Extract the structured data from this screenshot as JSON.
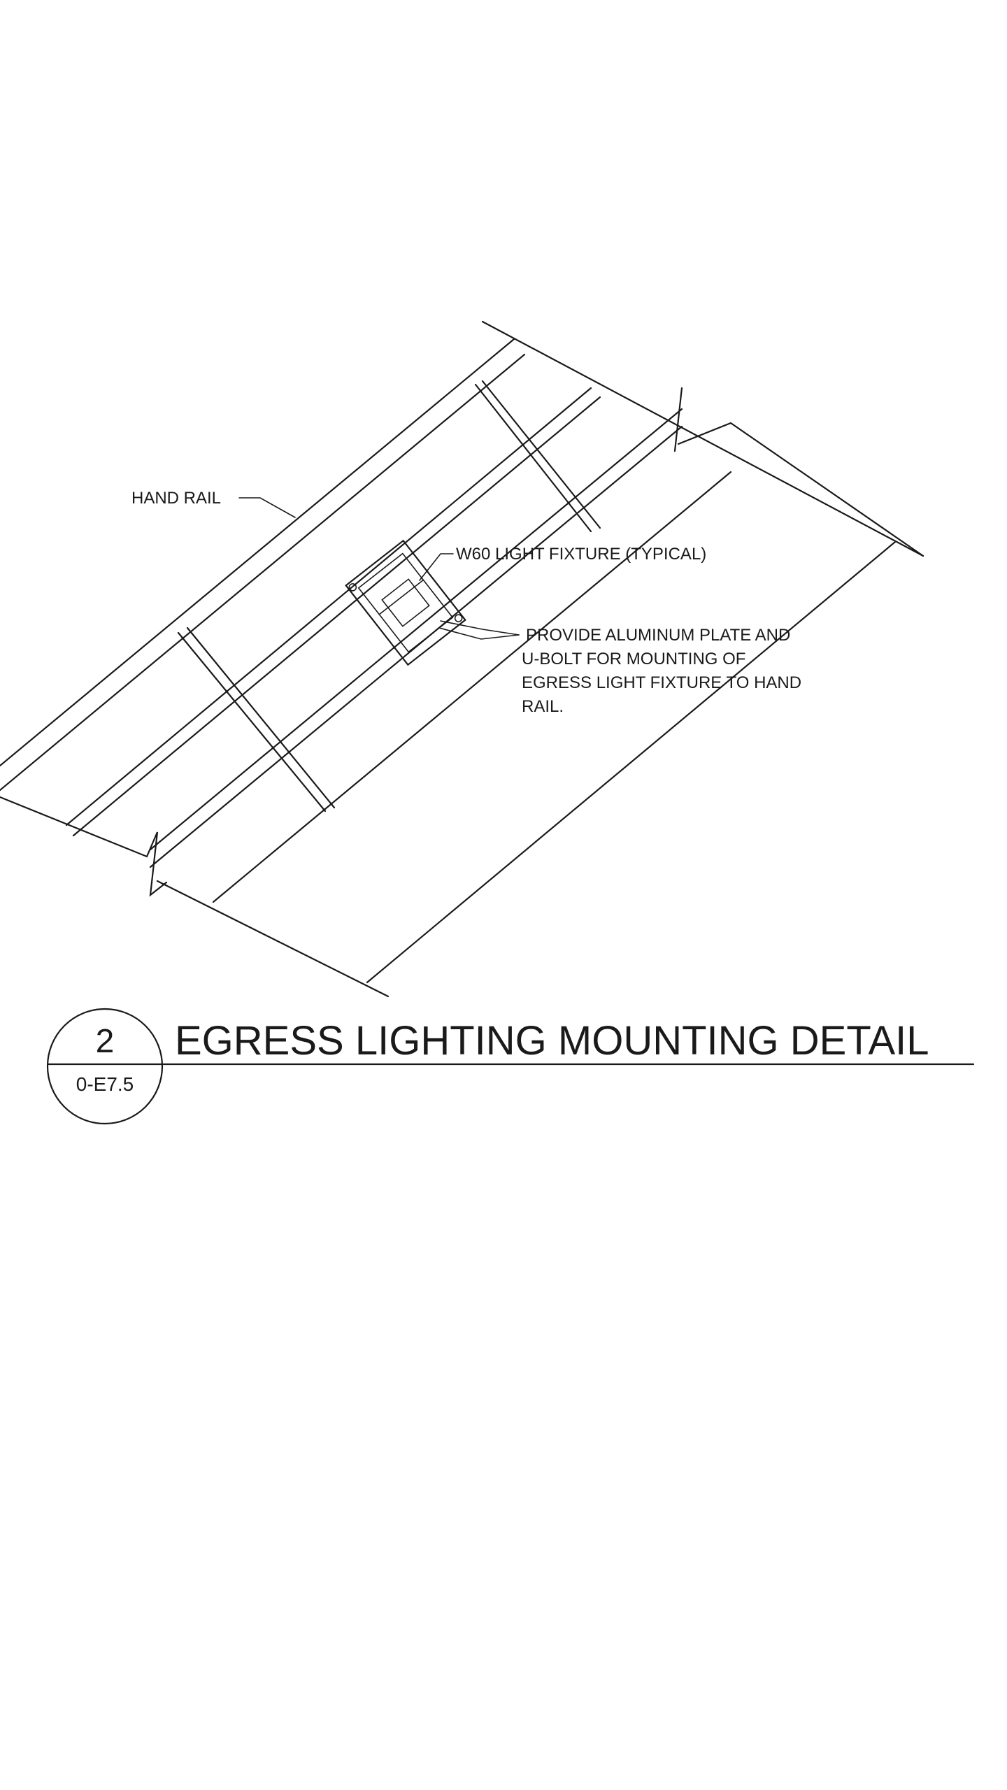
{
  "labels": {
    "hand_rail": "HAND RAIL",
    "light_fixture": "W60 LIGHT FIXTURE (TYPICAL)",
    "note_line_1": "PROVIDE ALUMINUM PLATE AND",
    "note_line_2": "U-BOLT FOR MOUNTING OF",
    "note_line_3": "EGRESS LIGHT FIXTURE TO HAND",
    "note_line_4": "RAIL."
  },
  "detail": {
    "number": "2",
    "sheet": "0-E7.5",
    "title": "EGRESS LIGHTING MOUNTING DETAIL"
  }
}
